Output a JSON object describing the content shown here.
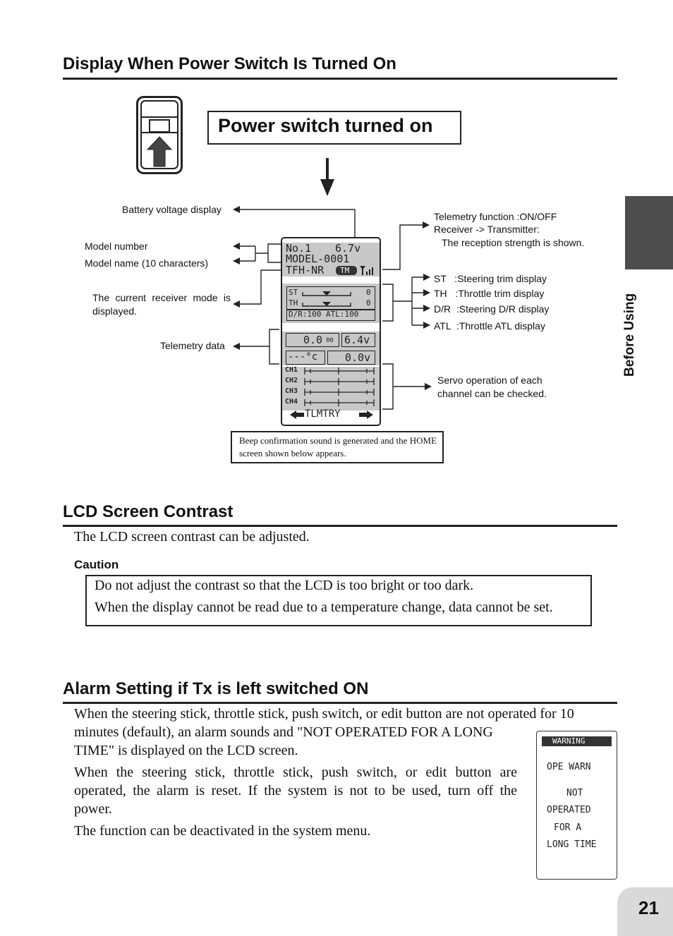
{
  "section1": {
    "heading": "Display When Power Switch Is Turned On",
    "callout_title": "Power switch turned on",
    "labels_left": {
      "battery": "Battery voltage display",
      "model_number": "Model number",
      "model_name": "Model name (10 characters)",
      "receiver_mode": "The current receiver mode is displayed.",
      "telemetry": "Telemetry data"
    },
    "labels_right": {
      "telemetry_fn_1": "Telemetry function :ON/OFF",
      "telemetry_fn_2": "Receiver -> Transmitter:",
      "telemetry_fn_3": "The reception strength is shown.",
      "st": "ST   :Steering trim display",
      "th": "TH   :Throttle trim display",
      "dr": "D/R  :Steering D/R display",
      "atl": "ATL  :Throttle ATL display",
      "servo_1": "Servo operation of each",
      "servo_2": "channel can be checked."
    },
    "lcd": {
      "row1_left": "No.1",
      "row1_right": "6.7v",
      "row2": "MODEL-0001",
      "row3": "TFH-NR",
      "tm_badge": "TM",
      "st_label": "ST",
      "th_label": "TH",
      "st_value": "0",
      "th_value": "0",
      "dr_atl": "D/R:100 ATL:100",
      "tel1": "0.0",
      "tel1_unit": "00",
      "tel2": "6.4v",
      "tel3": "---°c",
      "tel4": "0.0v",
      "channels": [
        "CH1",
        "CH2",
        "CH3",
        "CH4"
      ],
      "footer": "TLMTRY"
    },
    "beep_note": "Beep confirmation sound is generated and the HOME screen shown below appears."
  },
  "section2": {
    "heading": "LCD Screen Contrast",
    "body": "The LCD screen contrast can be adjusted.",
    "caution_label": "Caution",
    "caution_line1": "Do not adjust the contrast so that the LCD is too bright or too dark.",
    "caution_line2": "When the display cannot be read due to a temperature change, data cannot be set."
  },
  "section3": {
    "heading": "Alarm Setting if Tx is left switched ON",
    "para1_line1": "When the steering stick, throttle stick, push switch, or edit button are not operated for 10",
    "para1_line2": "minutes (default), an alarm sounds and \"NOT OPERATED FOR A LONG",
    "para1_line3": "TIME\" is displayed on the LCD screen.",
    "para2_line1": "When the steering stick, throttle stick, push switch, or edit button are",
    "para2_line2": "operated, the alarm is reset. If the system is not to be used, turn off the",
    "para2_line3": "power.",
    "para3": "The function can be deactivated in the system menu.",
    "warning_lcd": {
      "title": "WARNING",
      "line1": "OPE WARN",
      "line2": "NOT",
      "line3": "OPERATED",
      "line4": "FOR A",
      "line5": "LONG TIME"
    }
  },
  "side_tab": "Before Using",
  "page_number": "21"
}
